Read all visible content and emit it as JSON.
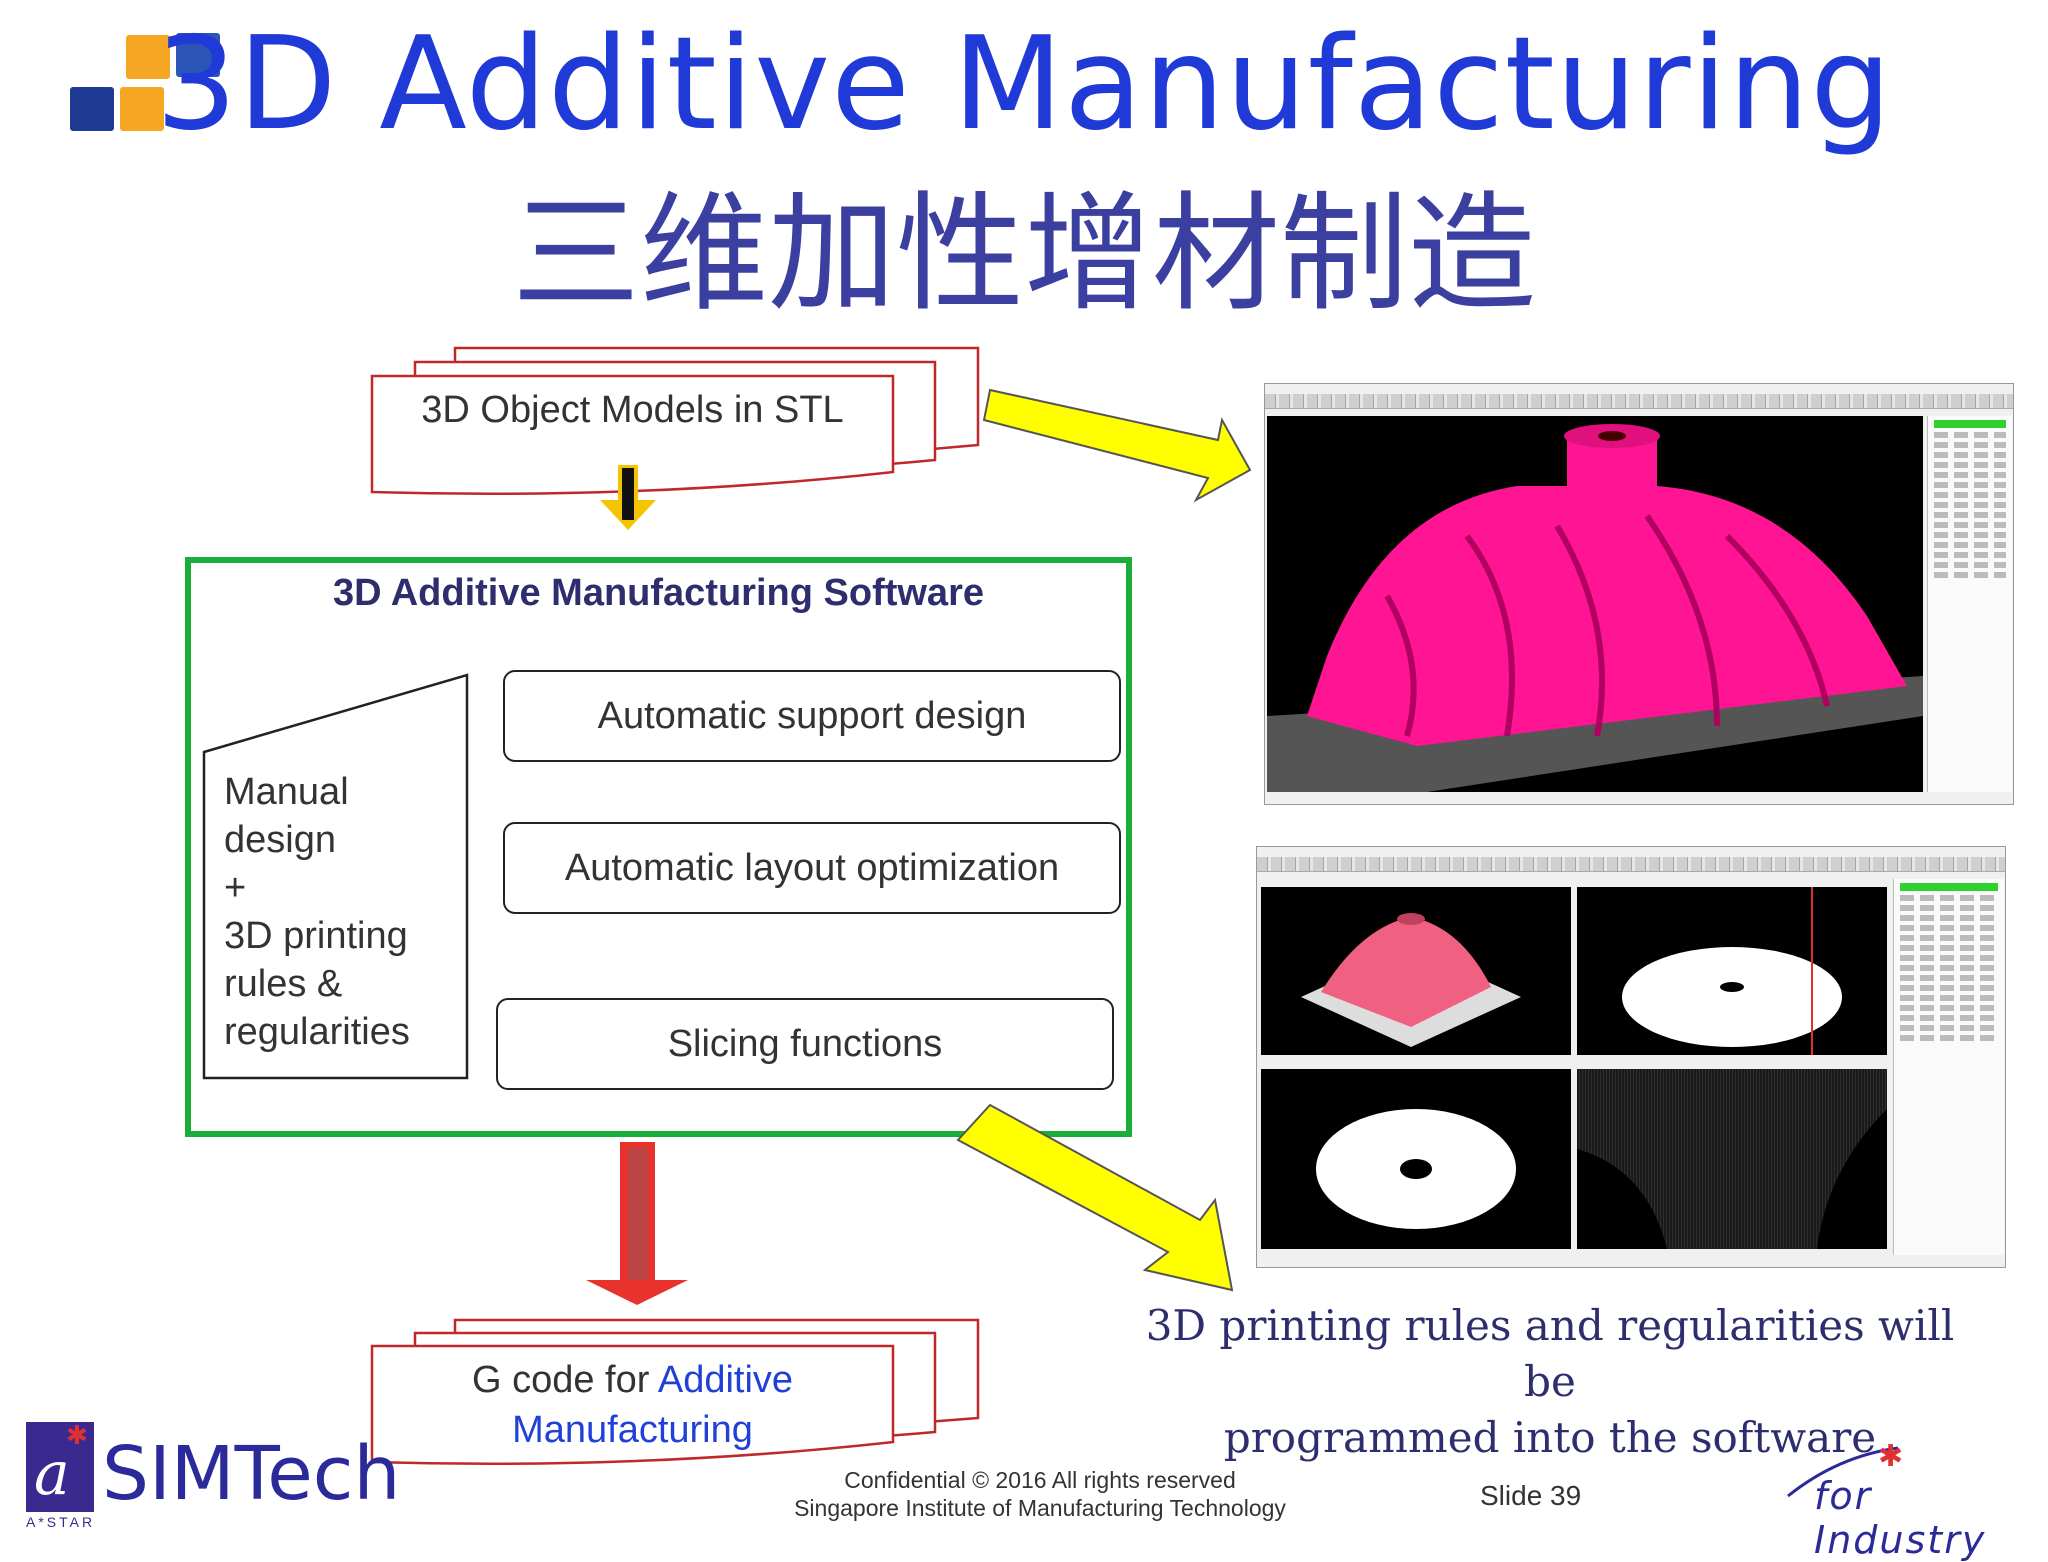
{
  "header": {
    "title_en": "3D Additive Manufacturing",
    "title_cn": "三维加性增材制造"
  },
  "flow": {
    "input_doc": "3D Object Models in STL",
    "software_title": "3D Additive Manufacturing Software",
    "manual_lines": [
      "Manual",
      "design",
      "+",
      "3D printing",
      "rules &",
      "regularities"
    ],
    "functions": [
      "Automatic  support design",
      "Automatic layout optimization",
      "Slicing functions"
    ],
    "output_doc_line1_plain": "G code for ",
    "output_doc_line1_blue": "Additive",
    "output_doc_line2_blue": "Manufacturing"
  },
  "caption": {
    "line1": "3D printing rules and regularities will be",
    "line2": "programmed into the software"
  },
  "footer": {
    "org": "SIMTech",
    "astar": "A*STAR",
    "confidential": "Confidential © 2016  All rights reserved",
    "institute": "Singapore Institute of Manufacturing Technology",
    "slide": "Slide 39",
    "tagline": "for Industry"
  },
  "colors": {
    "title_blue": "#1f3ad6",
    "green_frame": "#1aad3a",
    "doc_red": "#c0282a",
    "arrow_yellow": "#ffff00",
    "impeller_magenta": "#ff1493"
  }
}
